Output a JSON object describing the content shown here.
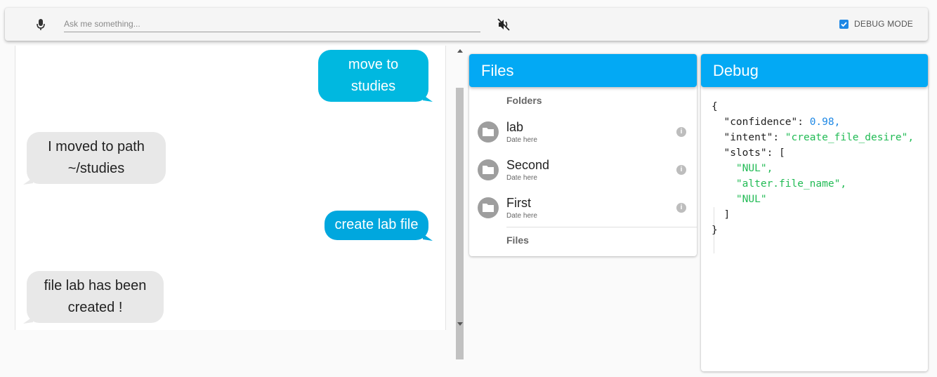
{
  "topbar": {
    "mic_icon": "microphone-icon",
    "search_placeholder": "Ask me something...",
    "search_value": "",
    "mute_icon": "volume-off-icon",
    "debug_mode_label": "DEBUG MODE",
    "debug_mode_checked": true
  },
  "chat": {
    "messages": [
      {
        "from": "user",
        "lines": [
          "move to",
          "studies"
        ]
      },
      {
        "from": "bot",
        "lines": [
          "I moved to path",
          "~/studies"
        ]
      },
      {
        "from": "user",
        "lines": [
          "create lab file"
        ]
      },
      {
        "from": "bot",
        "lines": [
          "file lab has been",
          "created !"
        ]
      }
    ]
  },
  "files": {
    "title": "Files",
    "folders_label": "Folders",
    "files_label": "Files",
    "folders": [
      {
        "name": "lab",
        "date": "Date here"
      },
      {
        "name": "Second",
        "date": "Date here"
      },
      {
        "name": "First",
        "date": "Date here"
      }
    ]
  },
  "debug": {
    "title": "Debug",
    "json": {
      "confidence_key": "\"confidence\"",
      "confidence_val": "0.98",
      "intent_key": "\"intent\"",
      "intent_val": "\"create_file_desire\"",
      "slots_key": "\"slots\"",
      "slots": [
        "\"NUL\"",
        "\"alter.file_name\"",
        "\"NUL\""
      ]
    }
  },
  "colors": {
    "accent": "#03a9f4",
    "user_bubble": "#00b8e0",
    "bot_bubble": "#e8e8e8",
    "json_number": "#1e88e5",
    "json_string": "#22bb55"
  }
}
